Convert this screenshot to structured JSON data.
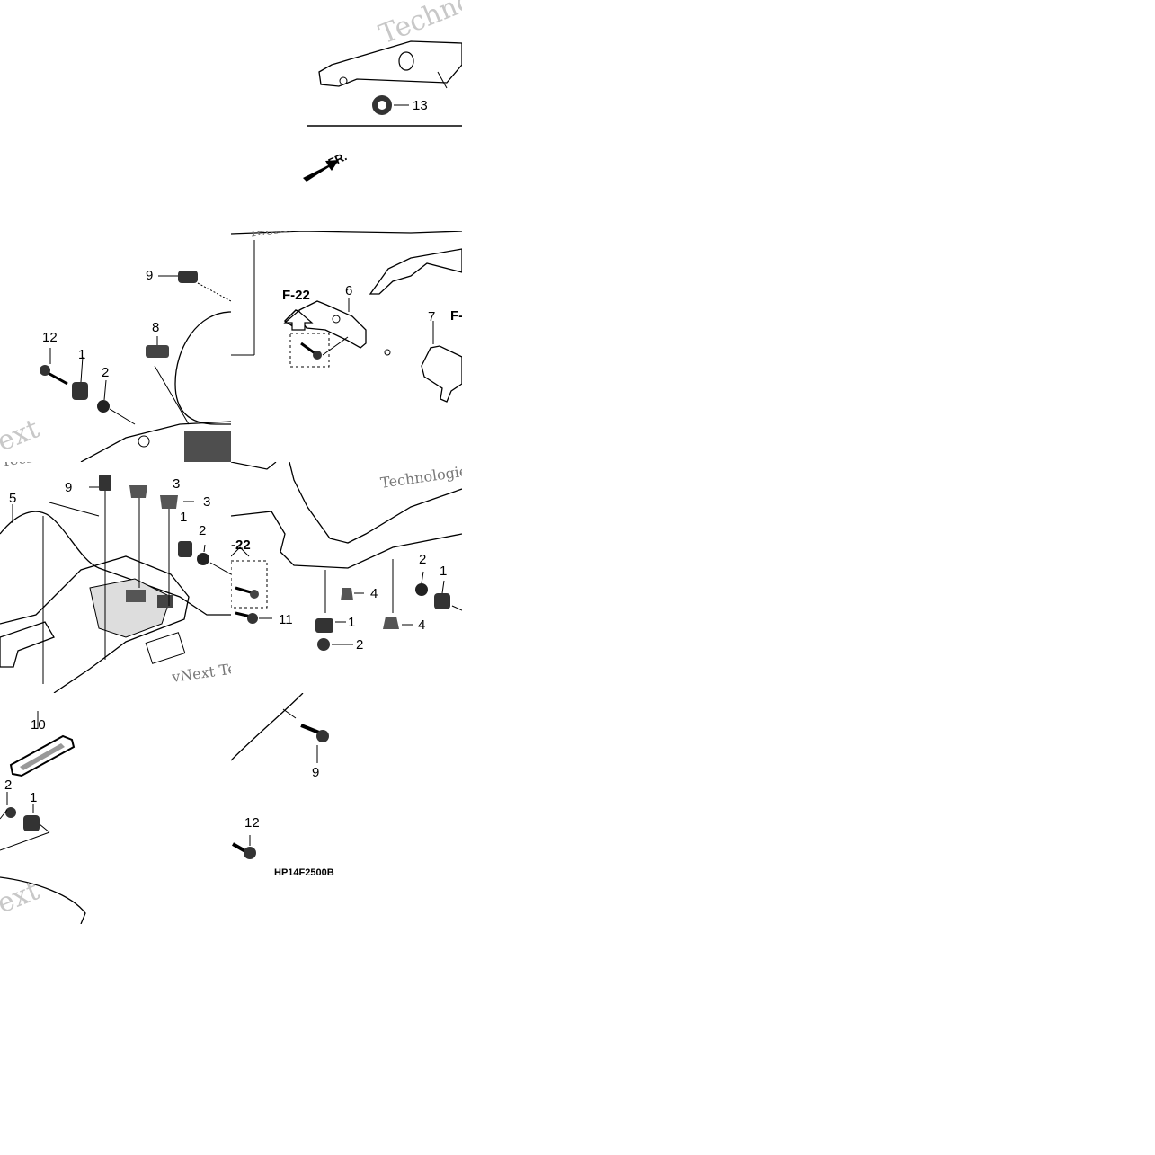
{
  "watermarks": {
    "technologies": "Technologies",
    "vnext": "vNext Technologies",
    "next": "vNext",
    "ext": "ext"
  },
  "diagram_code": "HP14F2500B",
  "direction_mark": "FR.",
  "ref_labels": {
    "f22": "F-22",
    "f22_partial": "-22",
    "f_partial": "F-"
  },
  "callouts": {
    "p13": "13",
    "p9a": "9",
    "p8": "8",
    "p12a": "12",
    "p1a": "1",
    "p2a": "2",
    "p6": "6",
    "p7": "7",
    "p5": "5",
    "p9b": "9",
    "p3a": "3",
    "p3b": "3",
    "p1b": "1",
    "p2b": "2",
    "p2c": "2",
    "p1c": "1",
    "p4a": "4",
    "p11": "11",
    "p1d": "1",
    "p4b": "4",
    "p2d": "2",
    "p10": "10",
    "p2e": "2",
    "p1e": "1",
    "p9c": "9",
    "p12b": "12"
  }
}
